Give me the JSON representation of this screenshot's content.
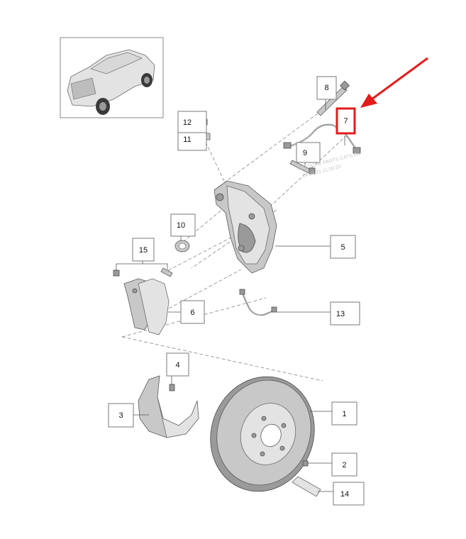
{
  "callouts": {
    "c1": "1",
    "c2": "2",
    "c3": "3",
    "c4": "4",
    "c5": "5",
    "c6": "6",
    "c7": "7",
    "c8": "8",
    "c9": "9",
    "c10": "10",
    "c11": "11",
    "c12": "12",
    "c13": "13",
    "c14": "14",
    "c15": "15"
  },
  "highlighted_callout": "7",
  "watermark": {
    "line1": "PORSCHE PARTS CATS.RU",
    "line2": "14.04.25 11:39:20"
  },
  "colors": {
    "highlight": "#e31b1b",
    "part_fill": "#c8c8c8",
    "outline": "#5a5a5a"
  }
}
